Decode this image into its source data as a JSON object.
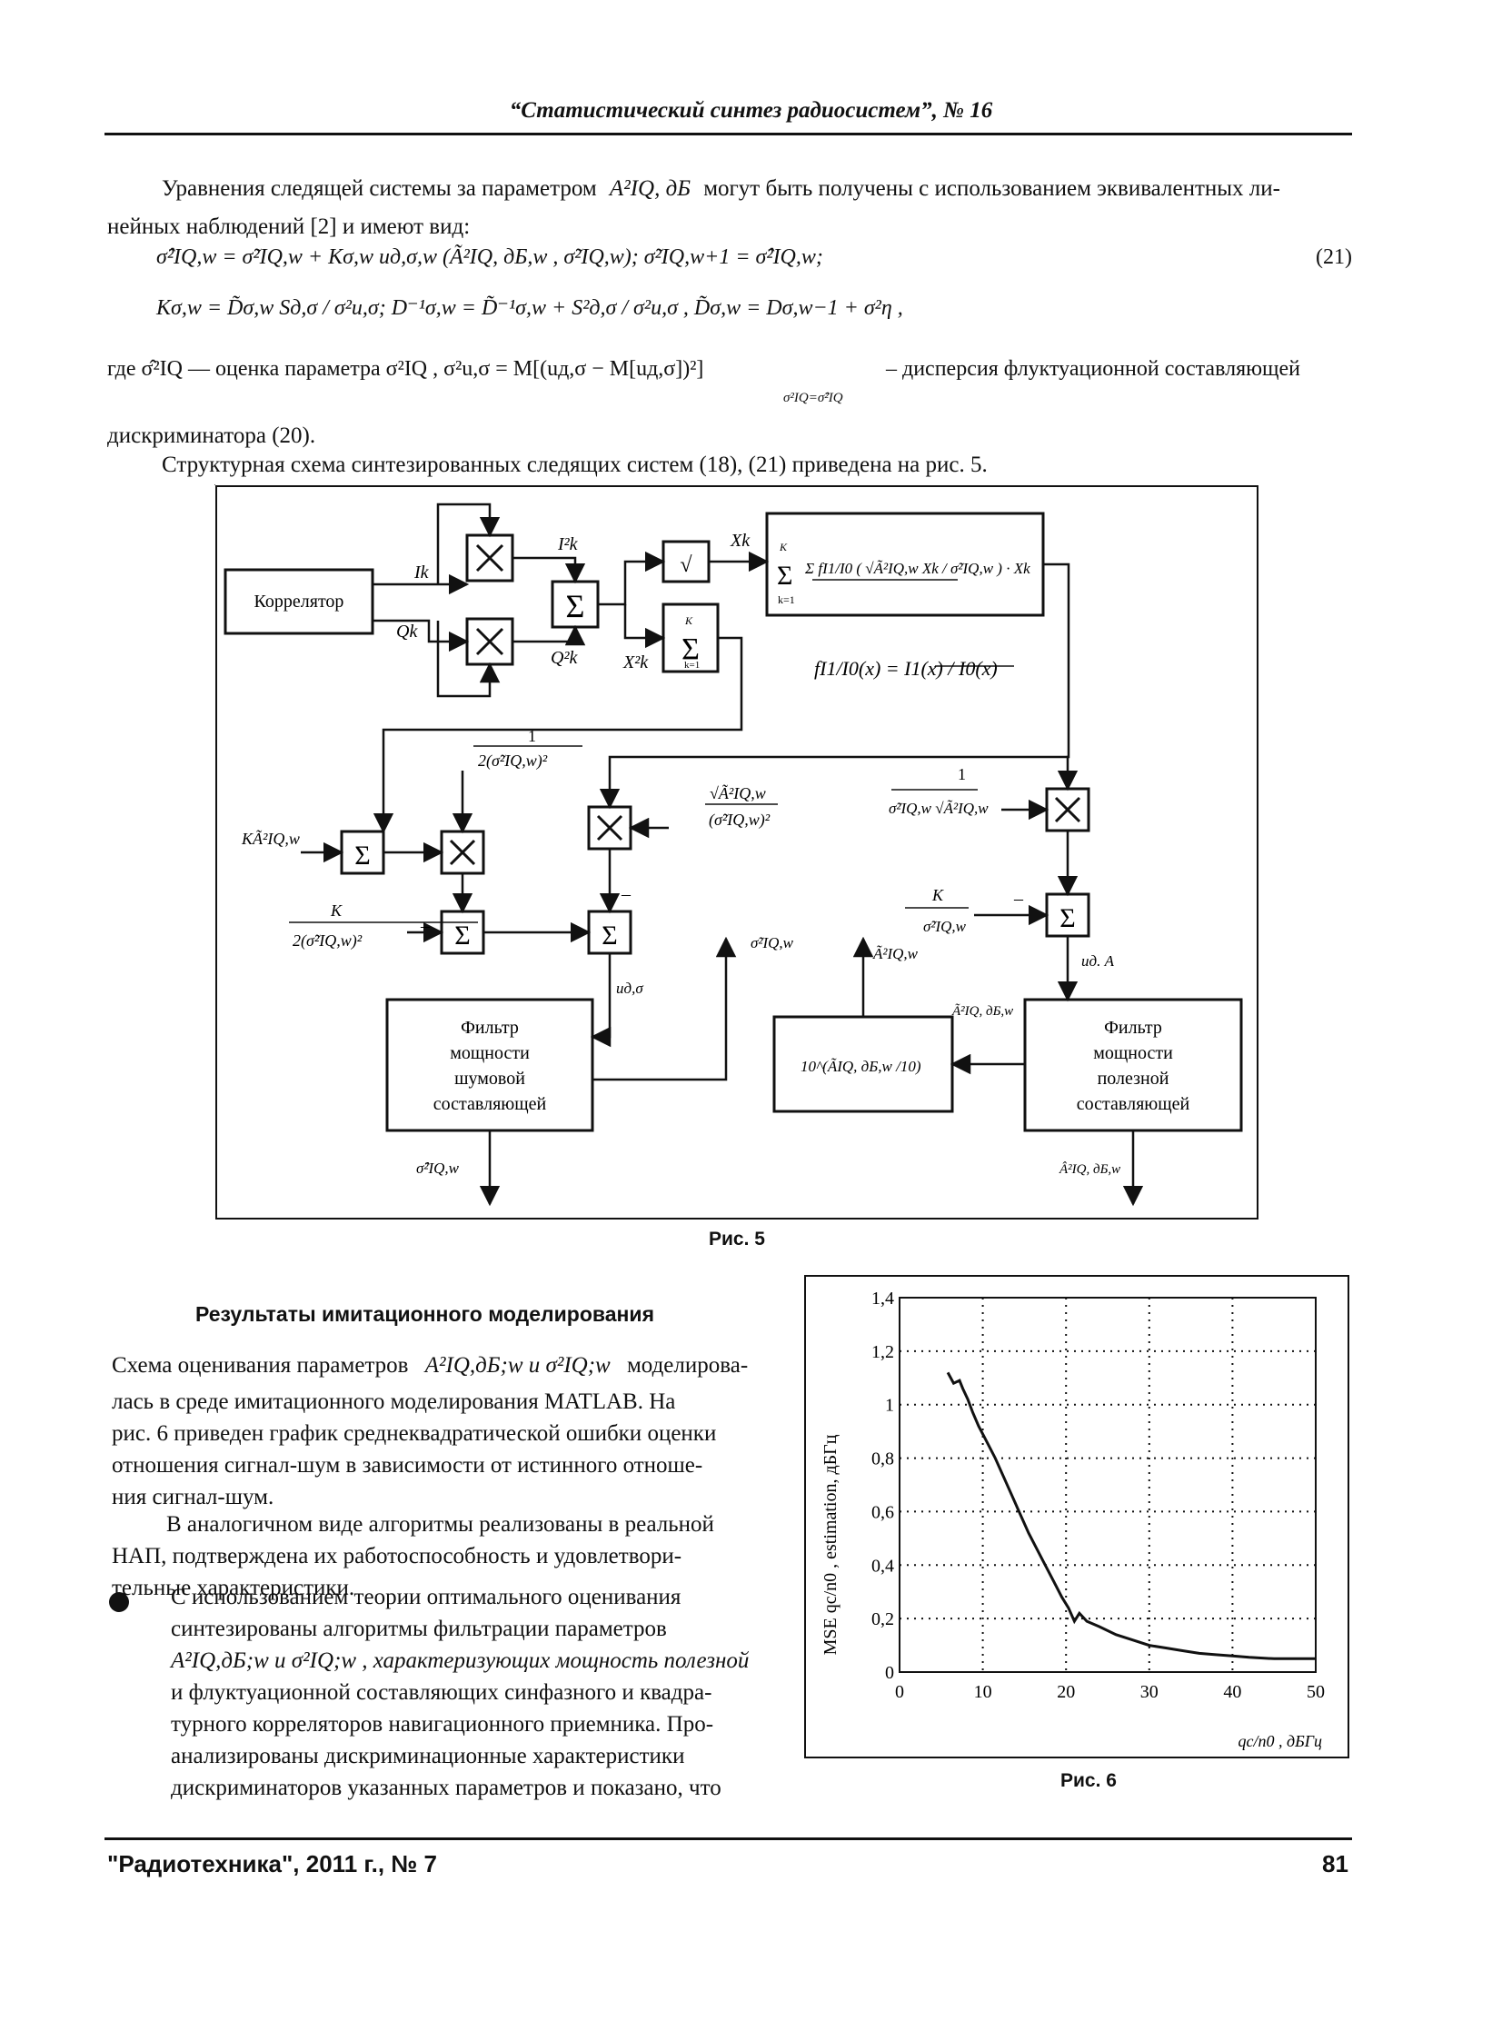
{
  "header": {
    "journal_title": "“Статистический синтез радиосистем”, № 16"
  },
  "intro": {
    "text_pre": "Уравнения следящей системы за параметром",
    "symbol": "A²IQ, дБ",
    "text_post": "могут быть получены с использованием эквивалентных ли-",
    "line2": "нейных наблюдений [2] и имеют вид:"
  },
  "equations": {
    "eq1": "σ̂²IQ,w = σ̃²IQ,w + Kσ,w uд,σ,w (Ã²IQ, дБ,w , σ̃²IQ,w);   σ̃²IQ,w+1 = σ̂²IQ,w;",
    "eq2": "Kσ,w = D̃σ,w Sд,σ / σ²u,σ;   D⁻¹σ,w = D̃⁻¹σ,w + S²д,σ / σ²u,σ ,   D̃σ,w = Dσ,w−1 + σ²η ,",
    "number": "(21)",
    "where_pre": "где σ̂²IQ — оценка параметра σ²IQ ,  σ²u,σ = M[(uд,σ − M[uд,σ])²]",
    "where_sub": "σ²IQ=σ̂²IQ",
    "where_post": "– дисперсия флуктуационной составляющей",
    "where_line2": "дискриминатора (20).",
    "struct": "Структурная схема синтезированных следящих систем (18), (21) приведена на рис. 5."
  },
  "fig5": {
    "caption": "Рис. 5",
    "correlator": "Коррелятор",
    "noise_filter": [
      "Фильтр",
      "мощности",
      "шумовой",
      "составляющей"
    ],
    "signal_filter": [
      "Фильтр",
      "мощности",
      "полезной",
      "составляющей"
    ],
    "f_def": "fI1/I0(x) = I1(x) / I0(x)",
    "pow10": "10^(ÃIQ, дБ,w /10)",
    "labels": {
      "Ik": "Ik",
      "Qk": "Qk",
      "Ik2": "I²k",
      "Qk2": "Q²k",
      "Xk": "Xk",
      "Xk2": "X²k",
      "sum_expr": "Σ fI1/I0 ( √Ã²IQ,w Xk / σ̃²IQ,w ) · Xk",
      "sum_K": "K",
      "sum_k1": "k=1",
      "KA": "KÃ²IQ,w",
      "one": "1",
      "inv2sig": "2(σ̃²IQ,w)²",
      "sqrtA": "√Ã²IQ,w",
      "sig2": "(σ̃²IQ,w)²",
      "K": "K",
      "sig_den": "σ̃²IQ,w √Ã²IQ,w",
      "sig_only": "σ̃²IQ,w",
      "ud_sigma": "uд,σ",
      "ud_A": "uд. A",
      "sig_tilde_out": "σ̃²IQ,w",
      "A_tilde_out": "Ã²IQ,w",
      "A_db_in": "Ã²IQ, дБ,w",
      "sig_hat_out": "σ̂²IQ,w",
      "A_hat_out": "Â²IQ, дБ,w",
      "minus": "–"
    }
  },
  "results": {
    "heading": "Результаты имитационного моделирования",
    "para1_first": "Схема оценивания параметров",
    "para1_sym": "A²IQ,дБ;w и σ²IQ;w",
    "para1_rest": "моделирова-",
    "para1_lines": [
      "лась в среде имитационного моделирования MATLAB. На",
      "рис. 6 приведен график среднеквадратической ошибки оценки",
      "отношения сигнал-шум в зависимости от истинного отноше-",
      "ния сигнал-шум."
    ],
    "para2_lines": [
      "В аналогичном виде алгоритмы реализованы в реальной",
      "НАП, подтверждена их работоспособность и удовлетвори-",
      "тельные характеристики."
    ],
    "bullet_lines": [
      "С использованием теории оптимального оценивания",
      "синтезированы алгоритмы фильтрации параметров",
      "A²IQ,дБ;w и σ²IQ;w , характеризующих мощность полезной",
      "и флуктуационной составляющих синфазного и квадра-",
      "турного корреляторов навигационного приемника. Про-",
      "анализированы дискриминационные характеристики",
      "дискриминаторов указанных параметров и показано, что"
    ]
  },
  "fig6": {
    "caption": "Рис. 6"
  },
  "chart_data": {
    "type": "line",
    "title": "",
    "xlabel": "qc/n0 , дБГц",
    "ylabel": "MSE qc/n0 , estimation, дБГц",
    "xlim": [
      0,
      50
    ],
    "ylim": [
      0,
      1.4
    ],
    "xticks": [
      "0",
      "10",
      "20",
      "30",
      "40",
      "50"
    ],
    "yticks": [
      "0",
      "0,2",
      "0,4",
      "0,6",
      "0,8",
      "1",
      "1,2",
      "1,4"
    ],
    "grid": true,
    "series": [
      {
        "color": "#111111",
        "x": [
          5.8,
          6.5,
          7.2,
          7.6,
          8.2,
          8.8,
          9.5,
          10.5,
          11.5,
          12.5,
          13.5,
          14.5,
          15.5,
          16.5,
          17.5,
          18.5,
          19.5,
          20.3,
          21.0,
          21.6,
          22.5,
          24,
          26,
          28,
          30,
          32,
          34,
          36,
          38,
          40,
          42,
          45,
          50
        ],
        "y": [
          1.12,
          1.08,
          1.09,
          1.06,
          1.02,
          0.97,
          0.92,
          0.86,
          0.8,
          0.73,
          0.66,
          0.59,
          0.52,
          0.46,
          0.4,
          0.34,
          0.28,
          0.24,
          0.19,
          0.22,
          0.19,
          0.17,
          0.14,
          0.12,
          0.1,
          0.09,
          0.08,
          0.07,
          0.065,
          0.06,
          0.055,
          0.05,
          0.05
        ]
      }
    ]
  },
  "footer": {
    "journal": "\"Радиотехника\", 2011 г., № 7",
    "page": "81"
  }
}
